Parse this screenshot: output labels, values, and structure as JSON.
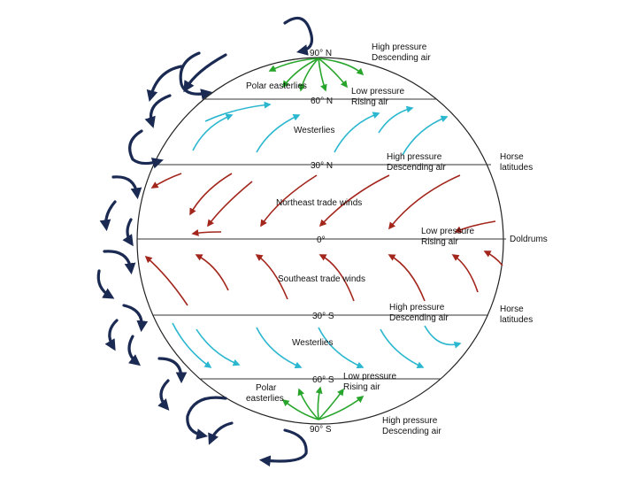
{
  "colors": {
    "background": "#ffffff",
    "outline": "#222222",
    "trade_winds": "#a3261c",
    "westerlies": "#2ab7cf",
    "polar_easterlies": "#28a52b",
    "cells": "#1b2a52"
  },
  "latitudes": {
    "north_pole": "90° N",
    "lat_60n": "60° N",
    "lat_30n": "30° N",
    "equator": "0°",
    "lat_30s": "30° S",
    "lat_60s": "60° S",
    "south_pole": "90° S"
  },
  "pressure_labels": {
    "north_pole_line1": "High pressure",
    "north_pole_line2": "Descending air",
    "lat_60n_line1": "Low pressure",
    "lat_60n_line2": "Rising air",
    "lat_30n_line1": "High pressure",
    "lat_30n_line2": "Descending air",
    "equator_line1": "Low pressure",
    "equator_line2": "Rising air",
    "lat_30s_line1": "High pressure",
    "lat_30s_line2": "Descending air",
    "lat_60s_line1": "Low pressure",
    "lat_60s_line2": "Rising air",
    "south_pole_line1": "High pressure",
    "south_pole_line2": "Descending air"
  },
  "wind_labels": {
    "polar_easterlies_north": "Polar easterlies",
    "westerlies_north": "Westerlies",
    "northeast_trades": "Northeast trade winds",
    "southeast_trades": "Southeast trade winds",
    "westerlies_south": "Westerlies",
    "polar_easterlies_south_line1": "Polar",
    "polar_easterlies_south_line2": "easterlies"
  },
  "zone_labels": {
    "horse_latitudes_north_line1": "Horse",
    "horse_latitudes_north_line2": "latitudes",
    "doldrums": "Doldrums",
    "horse_latitudes_south_line1": "Horse",
    "horse_latitudes_south_line2": "latitudes"
  }
}
